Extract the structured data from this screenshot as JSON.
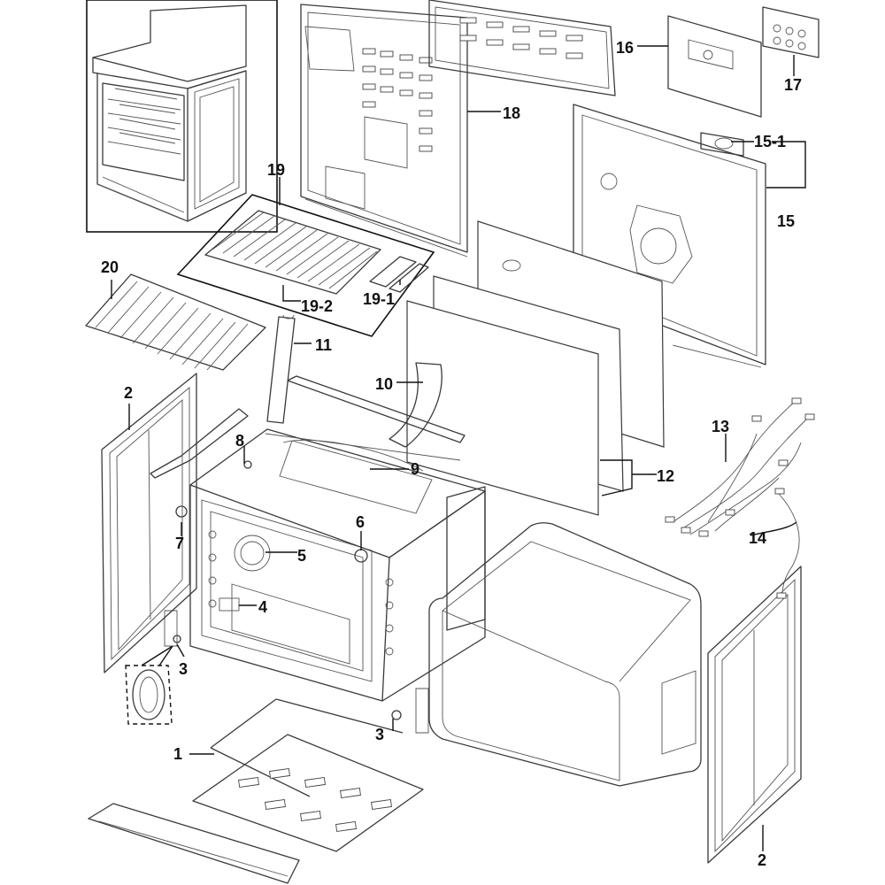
{
  "diagram": {
    "labels": [
      {
        "key": "p1",
        "text": "1"
      },
      {
        "key": "p2a",
        "text": "2"
      },
      {
        "key": "p2b",
        "text": "2"
      },
      {
        "key": "p3a",
        "text": "3"
      },
      {
        "key": "p3b",
        "text": "3"
      },
      {
        "key": "p4",
        "text": "4"
      },
      {
        "key": "p5",
        "text": "5"
      },
      {
        "key": "p6",
        "text": "6"
      },
      {
        "key": "p7",
        "text": "7"
      },
      {
        "key": "p8",
        "text": "8"
      },
      {
        "key": "p9",
        "text": "9"
      },
      {
        "key": "p10",
        "text": "10"
      },
      {
        "key": "p11",
        "text": "11"
      },
      {
        "key": "p12",
        "text": "12"
      },
      {
        "key": "p13",
        "text": "13"
      },
      {
        "key": "p14",
        "text": "14"
      },
      {
        "key": "p15",
        "text": "15"
      },
      {
        "key": "p151",
        "text": "15-1"
      },
      {
        "key": "p16",
        "text": "16"
      },
      {
        "key": "p17",
        "text": "17"
      },
      {
        "key": "p18",
        "text": "18"
      },
      {
        "key": "p19",
        "text": "19"
      },
      {
        "key": "p191",
        "text": "19-1"
      },
      {
        "key": "p192",
        "text": "19-2"
      },
      {
        "key": "p20",
        "text": "20"
      }
    ]
  }
}
